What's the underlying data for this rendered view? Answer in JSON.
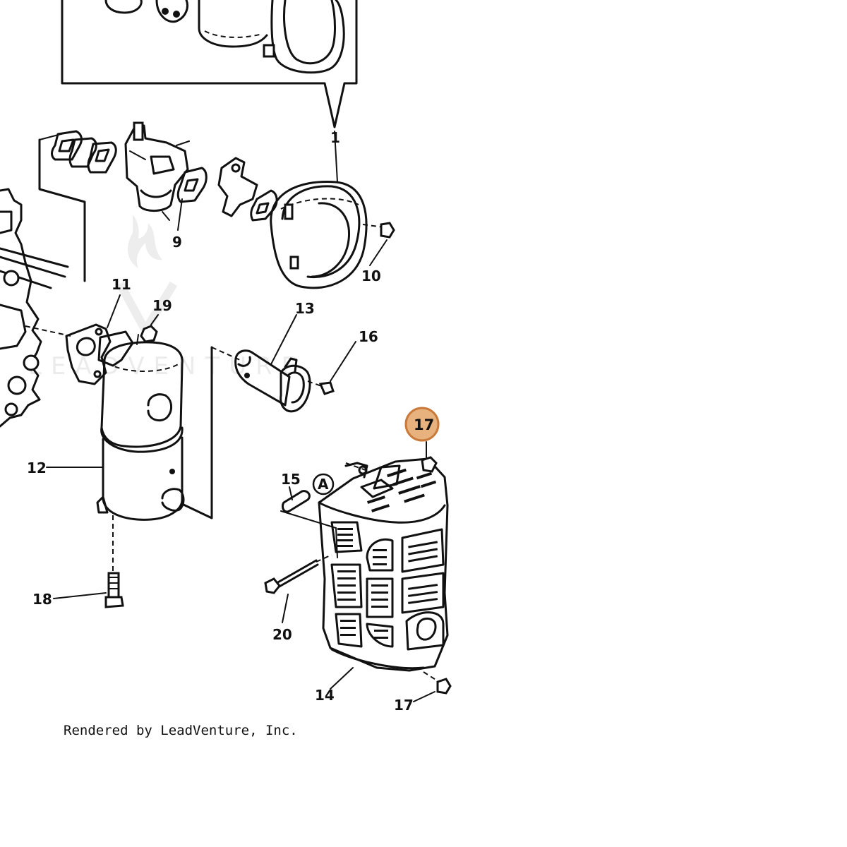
{
  "diagram": {
    "callouts": [
      {
        "id": "1",
        "label": "1"
      },
      {
        "id": "9",
        "label": "9"
      },
      {
        "id": "10",
        "label": "10"
      },
      {
        "id": "11",
        "label": "11"
      },
      {
        "id": "19",
        "label": "19"
      },
      {
        "id": "13",
        "label": "13"
      },
      {
        "id": "16",
        "label": "16"
      },
      {
        "id": "12",
        "label": "12"
      },
      {
        "id": "17_top",
        "label": "17"
      },
      {
        "id": "15",
        "label": "15"
      },
      {
        "id": "A",
        "label": "A"
      },
      {
        "id": "18",
        "label": "18"
      },
      {
        "id": "20",
        "label": "20"
      },
      {
        "id": "14",
        "label": "14"
      },
      {
        "id": "17_bottom",
        "label": "17"
      }
    ],
    "highlighted_callout": "17_top",
    "highlight_color": "#e8b27f",
    "highlight_stroke": "#c97a3a",
    "watermark": "LEADVENTURE",
    "footer": "Rendered by LeadVenture, Inc."
  }
}
